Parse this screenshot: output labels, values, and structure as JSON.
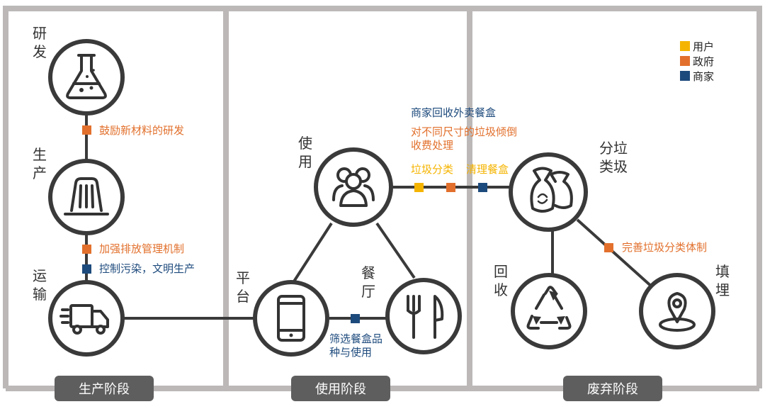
{
  "colors": {
    "user": "#f5b400",
    "government": "#e2702c",
    "merchant": "#1d4a7c",
    "frame": "#bcb8b8",
    "line": "#3a3a3a"
  },
  "legend": [
    {
      "label": "用户",
      "color": "#f5b400"
    },
    {
      "label": "政府",
      "color": "#e2702c"
    },
    {
      "label": "商家",
      "color": "#1d4a7c"
    }
  ],
  "stages": {
    "production": "生产阶段",
    "usage": "使用阶段",
    "disposal": "废弃阶段"
  },
  "nodes": {
    "research": {
      "label": [
        "研",
        "发"
      ],
      "icon": "flask-icon"
    },
    "production": {
      "label": [
        "生",
        "产"
      ],
      "icon": "factory-icon"
    },
    "transport": {
      "label": [
        "运",
        "输"
      ],
      "icon": "truck-icon"
    },
    "platform": {
      "label": [
        "平",
        "台"
      ],
      "icon": "phone-icon"
    },
    "usage": {
      "label": [
        "使",
        "用"
      ],
      "icon": "people-icon"
    },
    "restaurant": {
      "label": [
        "餐",
        "厅"
      ],
      "icon": "fork-knife-icon"
    },
    "sorting": {
      "label": [
        "分垃",
        "类圾"
      ],
      "icon": "garbage-bags-icon"
    },
    "recycle": {
      "label": [
        "回",
        "收"
      ],
      "icon": "recycle-icon"
    },
    "landfill": {
      "label": [
        "填",
        "埋"
      ],
      "icon": "location-pin-icon"
    }
  },
  "annotations": {
    "encourage_materials": {
      "text": "鼓励新材料的研发",
      "role": "government"
    },
    "strengthen_emission": {
      "text": "加强排放管理机制",
      "role": "government"
    },
    "control_pollution": {
      "text": "控制污染，文明生产",
      "role": "merchant"
    },
    "filter_products": {
      "lines": [
        "筛选餐盒品",
        "种与使用"
      ],
      "role": "merchant"
    },
    "merchant_recycle": {
      "text": "商家回收外卖餐盒",
      "role": "merchant"
    },
    "charge_by_size": {
      "lines": [
        "对不同尺寸的垃圾倾倒",
        "收费处理"
      ],
      "role": "government"
    },
    "garbage_sorting": {
      "text": "垃圾分类",
      "role": "user"
    },
    "clean_boxes": {
      "text": "清理餐盒",
      "role": "user"
    },
    "improve_system": {
      "text": "完善垃圾分类体制",
      "role": "government"
    }
  }
}
